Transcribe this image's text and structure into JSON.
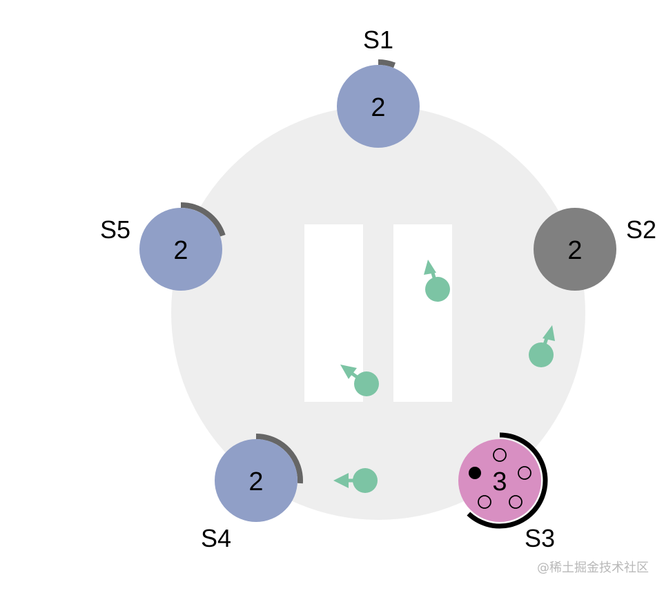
{
  "colors": {
    "ring": "#eeeeee",
    "partition": "#ffffff",
    "follower": "#909fc7",
    "stopped": "#808080",
    "leader": "#d88fc2",
    "message": "#7cc4a4",
    "timer_arc_follower": "#666666",
    "timer_arc_leader": "#000000",
    "log_empty_stroke": "#000000",
    "log_filled": "#000000"
  },
  "servers": [
    {
      "id": "S1",
      "label": "S1",
      "term": "2",
      "state": "follower",
      "timer_fraction": 0.06
    },
    {
      "id": "S2",
      "label": "S2",
      "term": "2",
      "state": "stopped",
      "timer_fraction": 0
    },
    {
      "id": "S3",
      "label": "S3",
      "term": "3",
      "state": "leader",
      "timer_fraction": 0.62,
      "votes": [
        "empty",
        "empty",
        "empty",
        "empty",
        "granted"
      ]
    },
    {
      "id": "S4",
      "label": "S4",
      "term": "2",
      "state": "follower",
      "timer_fraction": 0.26
    },
    {
      "id": "S5",
      "label": "S5",
      "term": "2",
      "state": "follower",
      "timer_fraction": 0.2
    }
  ],
  "messages": [
    {
      "name": "message-s3-to-s1",
      "direction": "up"
    },
    {
      "name": "message-s3-to-s2",
      "direction": "up"
    },
    {
      "name": "message-s3-to-s5",
      "direction": "up-left"
    },
    {
      "name": "message-s3-to-s4",
      "direction": "left"
    }
  ],
  "watermark": "@稀土掘金技术社区"
}
